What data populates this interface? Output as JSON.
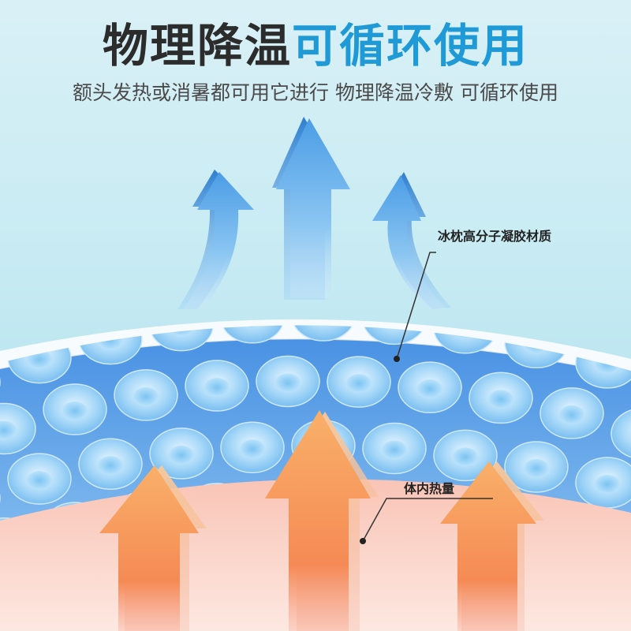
{
  "headline": {
    "part1": "物理降温",
    "part2": "可循环使用"
  },
  "subline": "额头发热或消暑都可用它进行 物理降温冷敷 可循环使用",
  "labels": {
    "gel": "冰枕高分子凝胶材质",
    "heat": "体内热量"
  },
  "colors": {
    "headline_dark": "#2c2c2c",
    "headline_accent": "#1f9ad6",
    "cool_arrow": "#5aa8ea",
    "warm_arrow": "#f39a55",
    "gel_bubble": "#9ed3f6",
    "skin": "#fbd7cc"
  },
  "icons": {
    "cool_arrows": "arrow-up-icon",
    "warm_arrows": "arrow-up-icon"
  }
}
